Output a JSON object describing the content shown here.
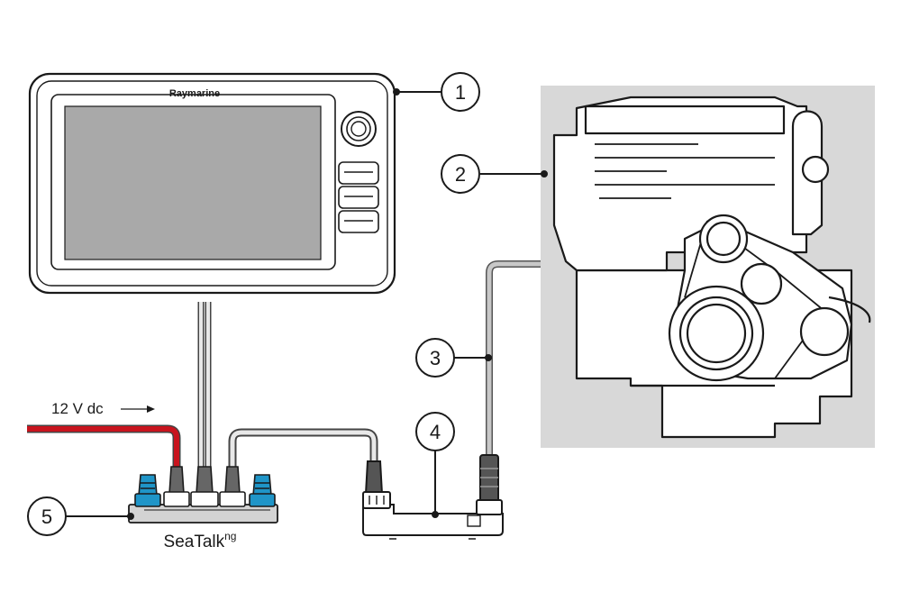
{
  "display": {
    "brand": "Raymarine"
  },
  "power": {
    "label": "12 V dc"
  },
  "backbone": {
    "name": "SeaTalk",
    "superscript": "ng"
  },
  "callouts": [
    "1",
    "2",
    "3",
    "4",
    "5"
  ],
  "colors": {
    "power_cable": "#c8141e",
    "terminator": "#1f95c8",
    "engine_panel": "#d8d8d8",
    "screen": "#a9a9a9",
    "outline": "#1a1a1a"
  }
}
